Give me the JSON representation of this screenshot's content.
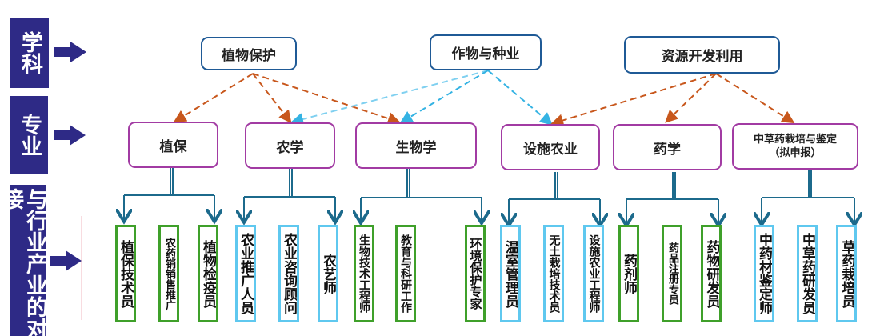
{
  "rows": {
    "discipline": "学科",
    "major": "专业",
    "industry": "与行业产业的对接"
  },
  "disciplines": [
    "植物保护",
    "作物与种业",
    "资源开发利用"
  ],
  "majors": [
    {
      "name": "植保",
      "jobs": [
        "植保技术员",
        "农药销销售推广",
        "植物检疫员"
      ]
    },
    {
      "name": "农学",
      "jobs": [
        "农业推广人员",
        "农业咨询顾问",
        "农艺师"
      ]
    },
    {
      "name": "生物学",
      "jobs": [
        "生物技术工程师",
        "教育与科研工作",
        "环境保护专家"
      ]
    },
    {
      "name": "设施农业",
      "jobs": [
        "温室管理员",
        "无土栽培技术员",
        "设施农业工程师"
      ]
    },
    {
      "name": "药学",
      "jobs": [
        "药剂师",
        "药品注册专员",
        "药物研发员"
      ]
    },
    {
      "name": "中草药栽培与鉴定",
      "note": "（拟申报）",
      "jobs": [
        "中药材鉴定师",
        "中草药研发员",
        "草药栽培员"
      ]
    }
  ],
  "links": [
    {
      "from": "植物保护",
      "to": [
        "植保",
        "农学",
        "生物学"
      ],
      "color": "#c8571c"
    },
    {
      "from": "作物与种业",
      "to": [
        "农学",
        "生物学",
        "设施农业"
      ],
      "color": "#35b3e3"
    },
    {
      "from": "资源开发利用",
      "to": [
        "设施农业",
        "药学",
        "中草药栽培与鉴定"
      ],
      "color": "#c8571c"
    }
  ],
  "colors": {
    "side": "#2e2a86",
    "discipline_border": "#1f5a96",
    "major_border": "#a23ba3",
    "green": "#3fa02a",
    "blue": "#5fc8ef",
    "tree": "#1c6a8c"
  }
}
